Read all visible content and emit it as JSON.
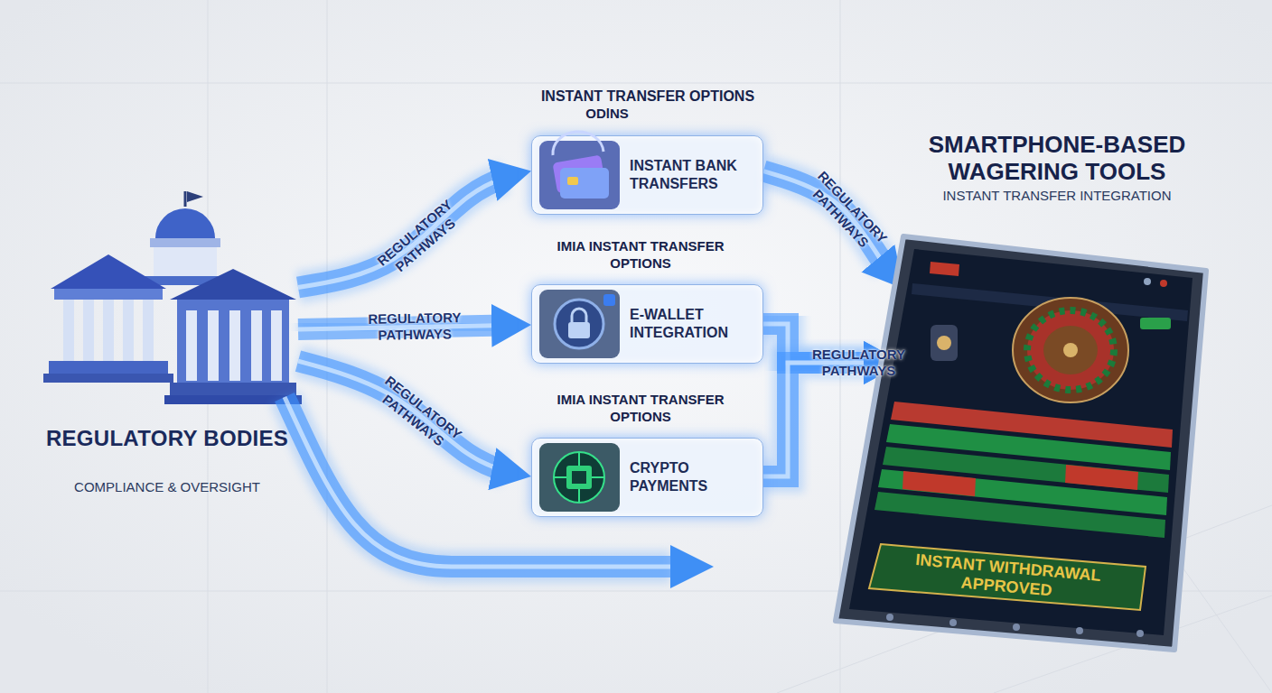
{
  "diagram": {
    "nodes": [
      {
        "text": [
          "REGULATORY BODIES",
          "COMPLIANCE & OVERSIGHT"
        ]
      },
      {
        "text": [
          "INSTANT TRANSFER OPTIONS",
          "INSTANT BANK TRANSFERS"
        ]
      },
      {
        "text": [
          "IMIA INSTANT TRANSFER OPTIONS",
          "E-WALLET INTEGRATION"
        ]
      },
      {
        "text": [
          "IMIA INSTANT TRANSFER OPTIONS",
          "CRYPTO PAYMENTS"
        ]
      },
      {
        "text": [
          "SMARTPHONE-BASED WAGERING TOOLS",
          "INSTANT TRANSFER INTEGRATION"
        ]
      }
    ],
    "edges": [
      {
        "from": 0,
        "to": 1,
        "arrow": "to",
        "label": "REGULATORY PATHWAYS"
      },
      {
        "from": 0,
        "to": 2,
        "arrow": "to",
        "label": "REGULATORY PATHWAYS"
      },
      {
        "from": 0,
        "to": 3,
        "arrow": "to",
        "label": "REGULATORY PATHWAYS"
      },
      {
        "from": 1,
        "to": 4,
        "arrow": "to",
        "label": "REGULATORY PATHWAYS"
      },
      {
        "from": 2,
        "to": 4,
        "arrow": "to",
        "label": "REGULATORY PATHWAYS"
      },
      {
        "from": 3,
        "to": 4,
        "arrow": "to"
      }
    ],
    "labels": [
      "ODlNS",
      "INSTANT WITHDRAWAL APPROVED"
    ]
  }
}
